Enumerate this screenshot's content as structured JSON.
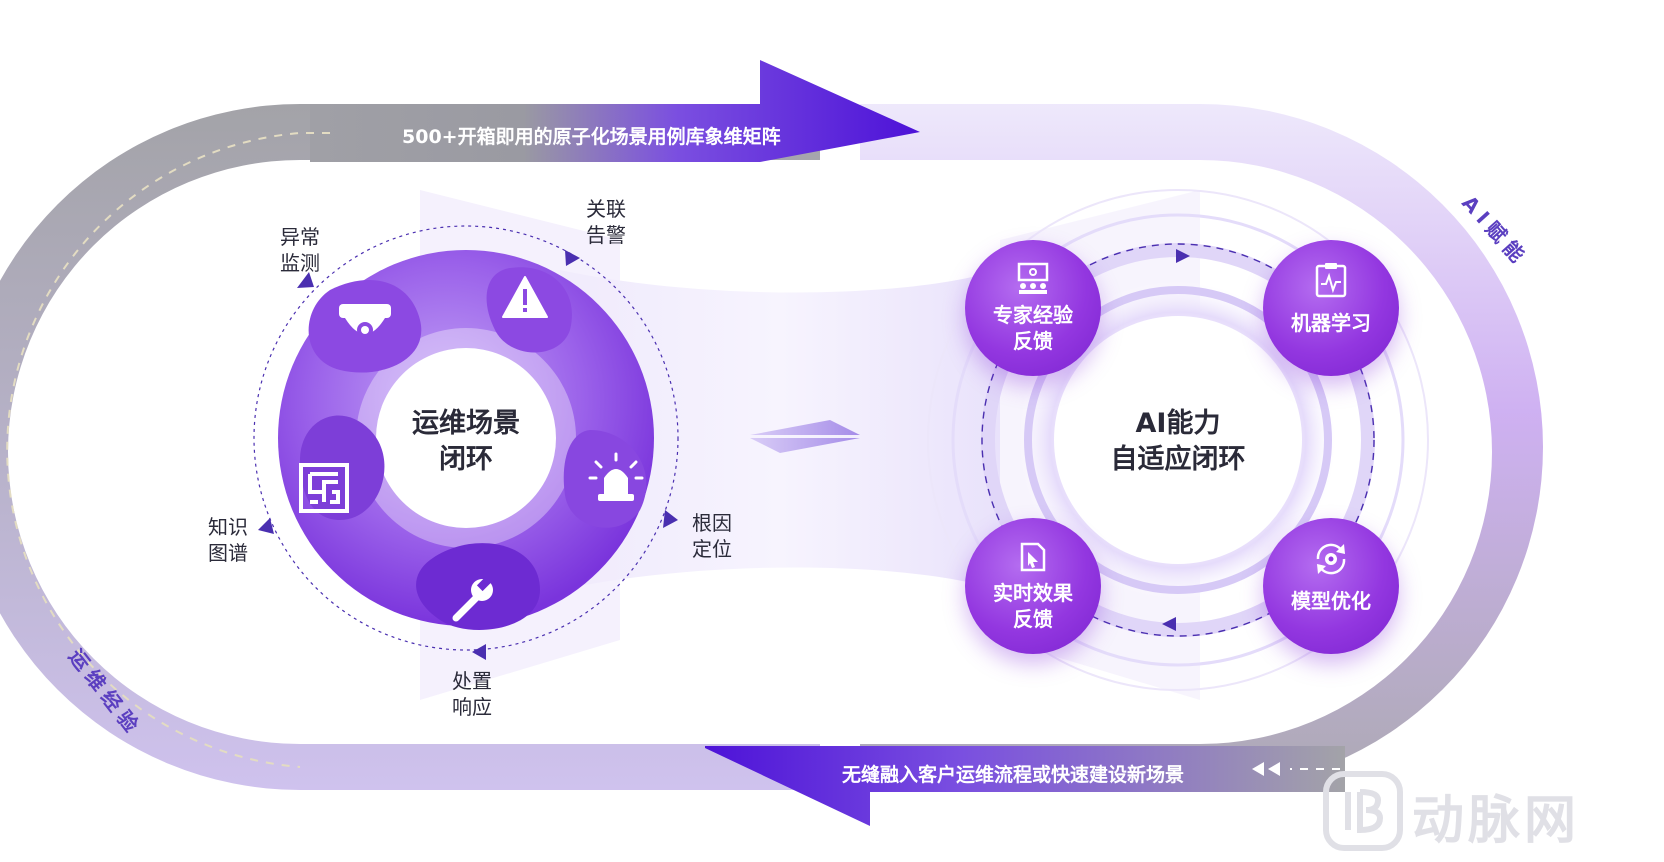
{
  "banners": {
    "top": "500+开箱即用的原子化场景用例库象维矩阵",
    "bottom": "无缝融入客户运维流程或快速建设新场景"
  },
  "side_labels": {
    "left": "运维经验",
    "right": "AI赋能"
  },
  "left_cycle": {
    "center": [
      "运维场景",
      "闭环"
    ],
    "labels": {
      "anomaly": [
        "异常",
        "监测"
      ],
      "alert": [
        "关联",
        "告警"
      ],
      "root": [
        "根因",
        "定位"
      ],
      "handle": [
        "处置",
        "响应"
      ],
      "graph": [
        "知识",
        "图谱"
      ]
    }
  },
  "right_cycle": {
    "center": [
      "AI能力",
      "自适应闭环"
    ],
    "nodes": {
      "expert": [
        "专家经验",
        "反馈"
      ],
      "ml": [
        "机器学习"
      ],
      "model": [
        "模型优化"
      ],
      "effect": [
        "实时效果",
        "反馈"
      ]
    }
  },
  "watermark": "动脉网",
  "colors": {
    "accent": "#5a1fe0",
    "purple": "#9337e0",
    "band_gray": "#a9a9ad"
  }
}
